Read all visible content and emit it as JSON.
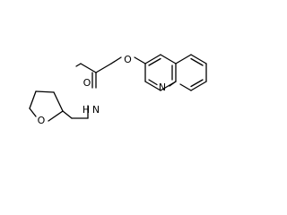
{
  "molecule": {
    "atoms": {
      "amide_oxygen": "O",
      "ether_oxygen": "O",
      "amide_nitrogen": "N",
      "amide_hydrogen": "H",
      "quinoline_nitrogen": "N",
      "ring_oxygen": "O"
    }
  }
}
